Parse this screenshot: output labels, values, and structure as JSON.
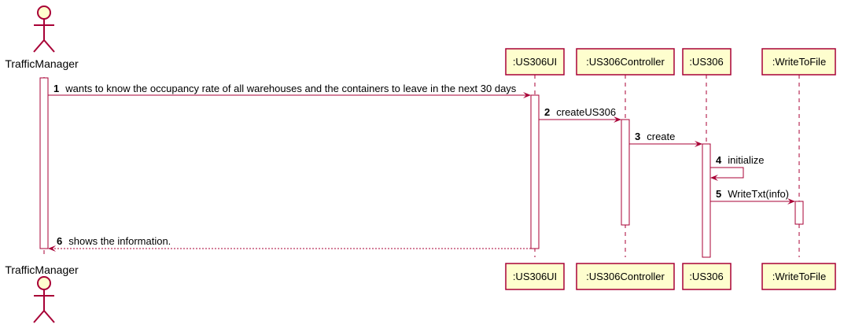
{
  "colors": {
    "line": "#A80036",
    "box_fill": "#FEFECE",
    "activation_fill": "#FFFFFF",
    "lifeline": "#A80036"
  },
  "participants": {
    "actor": "TrafficManager",
    "ui": ":US306UI",
    "controller": ":US306Controller",
    "us306": ":US306",
    "writer": ":WriteToFile"
  },
  "messages": [
    {
      "num": "1",
      "text": "wants to know the occupancy rate of all warehouses and the containers to leave in the next 30 days"
    },
    {
      "num": "2",
      "text": "createUS306"
    },
    {
      "num": "3",
      "text": "create"
    },
    {
      "num": "4",
      "text": "initialize"
    },
    {
      "num": "5",
      "text": "WriteTxt(info)"
    },
    {
      "num": "6",
      "text": "shows the information."
    }
  ]
}
